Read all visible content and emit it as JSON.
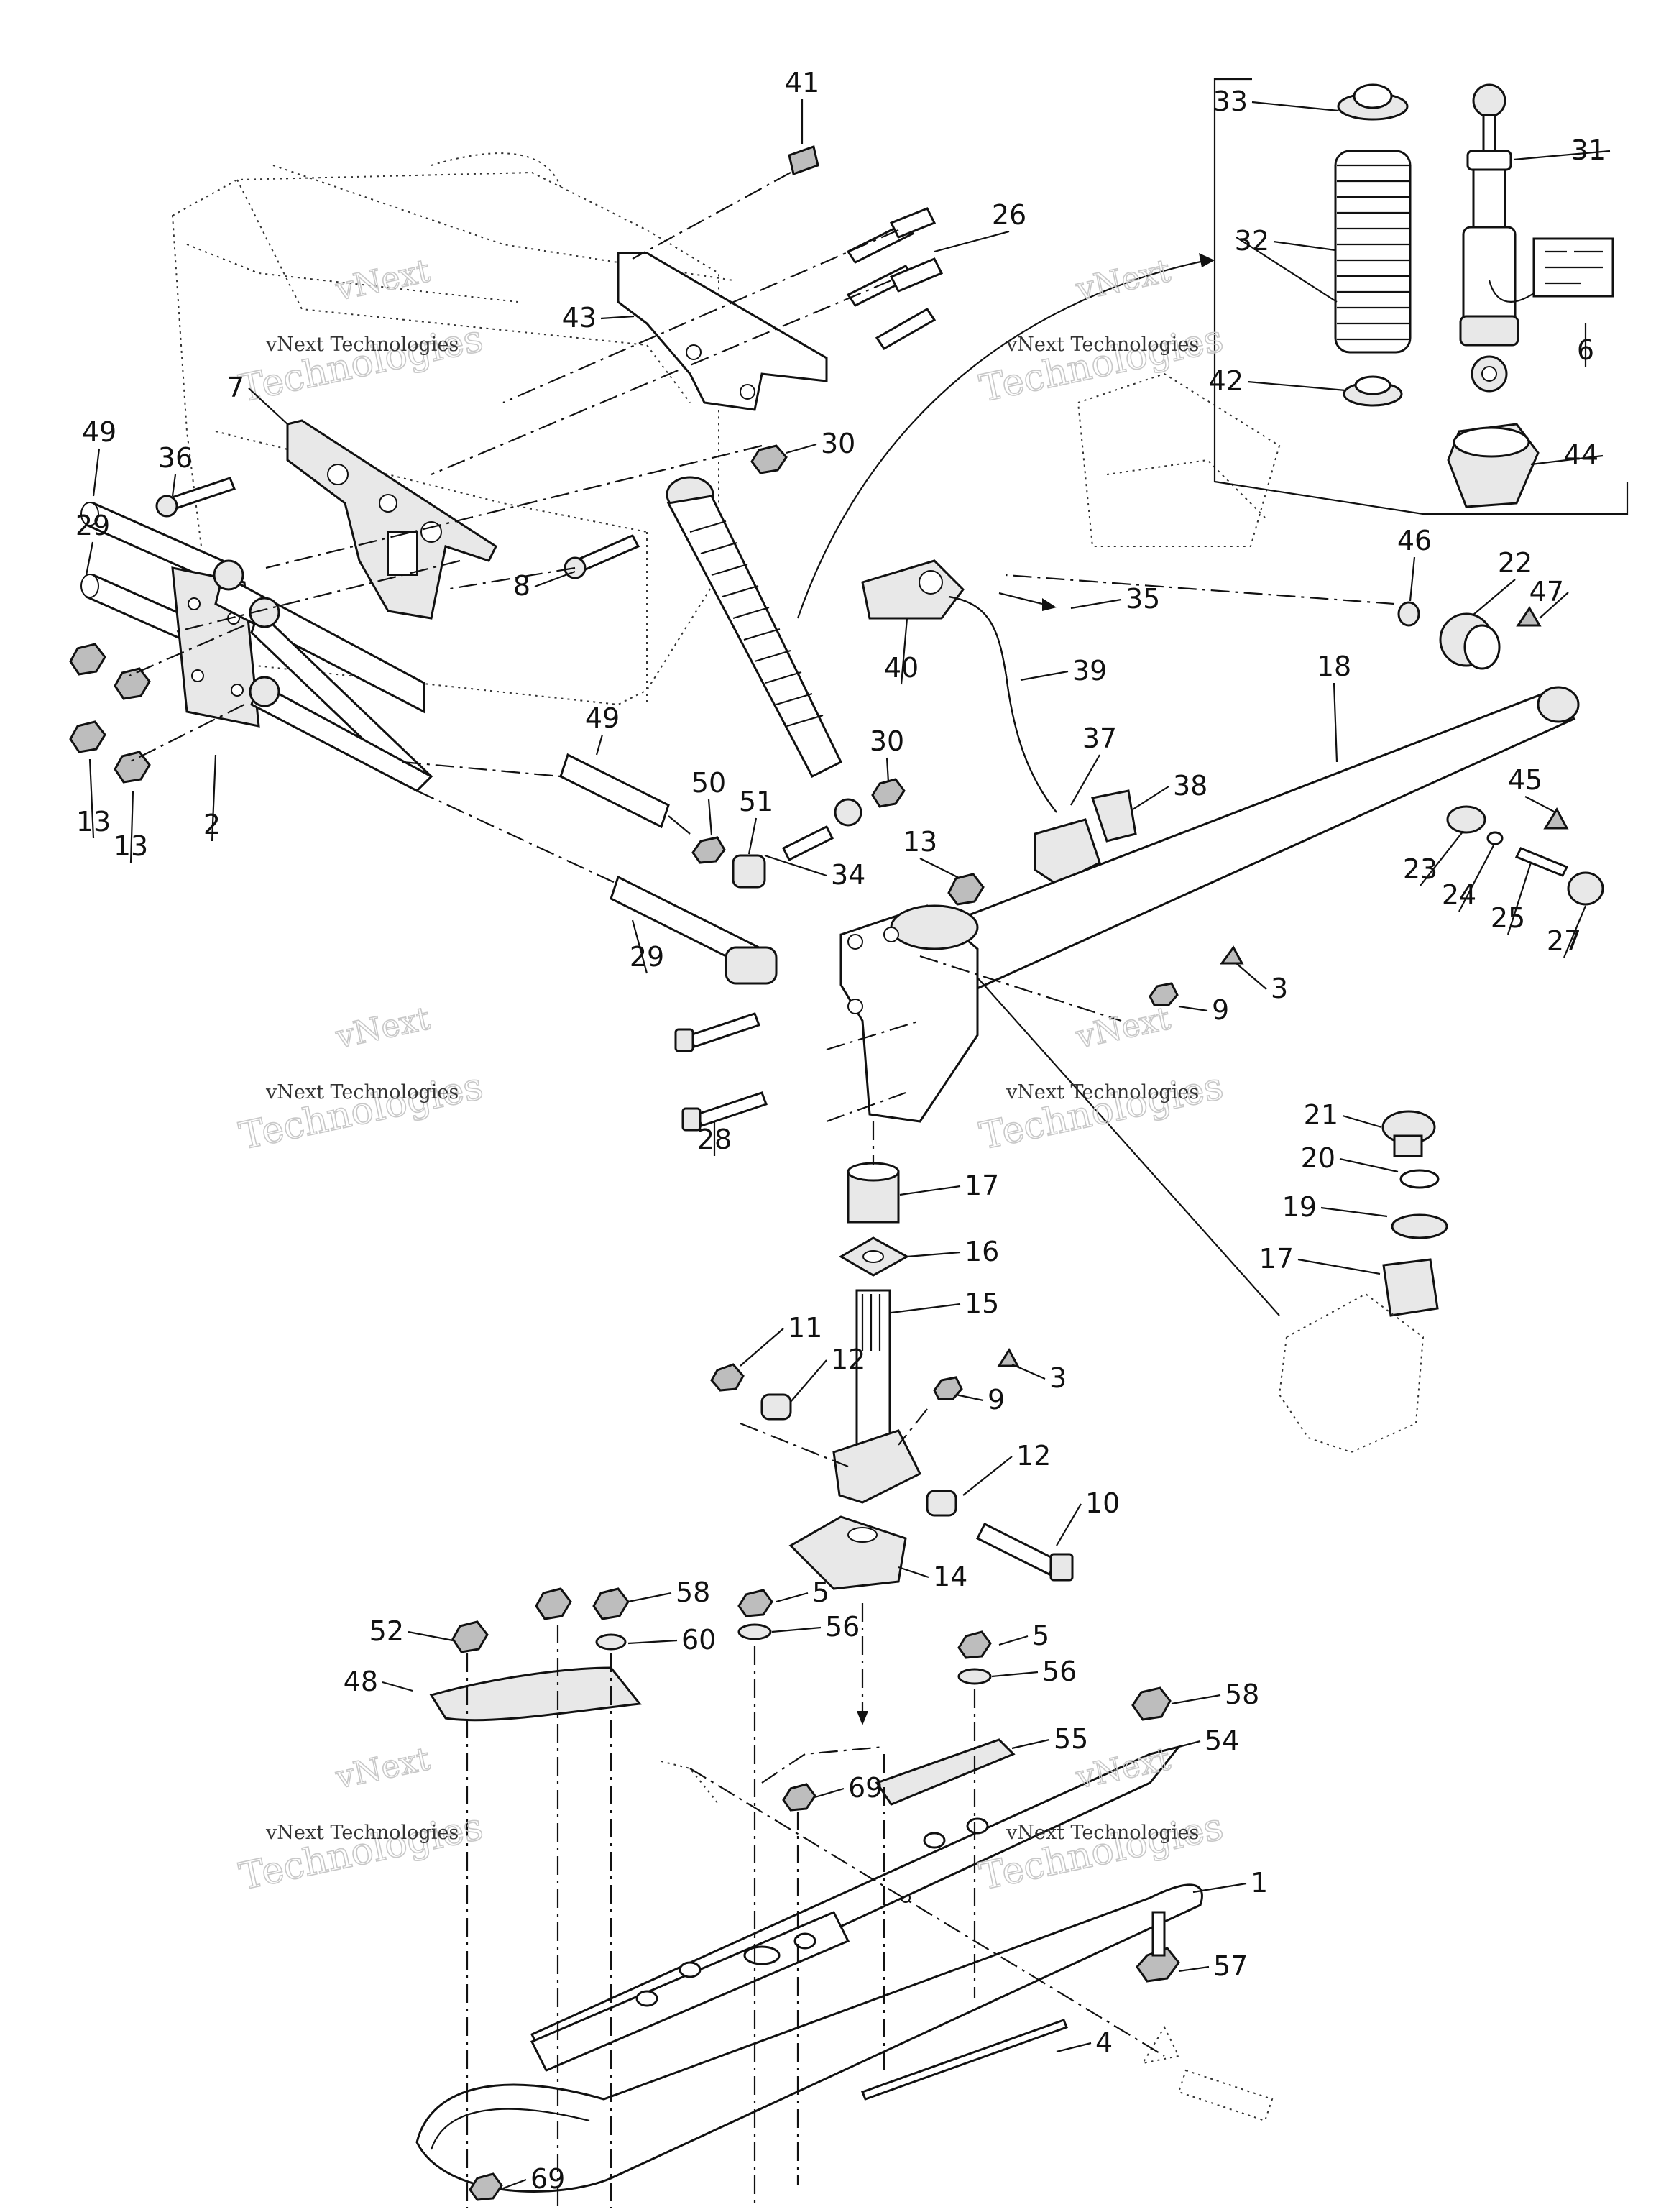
{
  "watermark": {
    "line1": "vNext Technologies",
    "brand_top": "vNext",
    "brand_bottom": "Technologies"
  },
  "callouts": [
    "1",
    "2",
    "3",
    "3",
    "4",
    "5",
    "5",
    "6",
    "7",
    "8",
    "9",
    "9",
    "10",
    "11",
    "12",
    "12",
    "13",
    "13",
    "13",
    "14",
    "15",
    "16",
    "17",
    "17",
    "18",
    "19",
    "20",
    "21",
    "22",
    "23",
    "24",
    "25",
    "26",
    "27",
    "28",
    "29",
    "29",
    "30",
    "30",
    "31",
    "32",
    "33",
    "34",
    "35",
    "36",
    "37",
    "38",
    "39",
    "40",
    "41",
    "42",
    "43",
    "44",
    "45",
    "46",
    "47",
    "48",
    "49",
    "49",
    "50",
    "51",
    "52",
    "54",
    "55",
    "56",
    "56",
    "57",
    "58",
    "58",
    "60",
    "69",
    "69"
  ]
}
